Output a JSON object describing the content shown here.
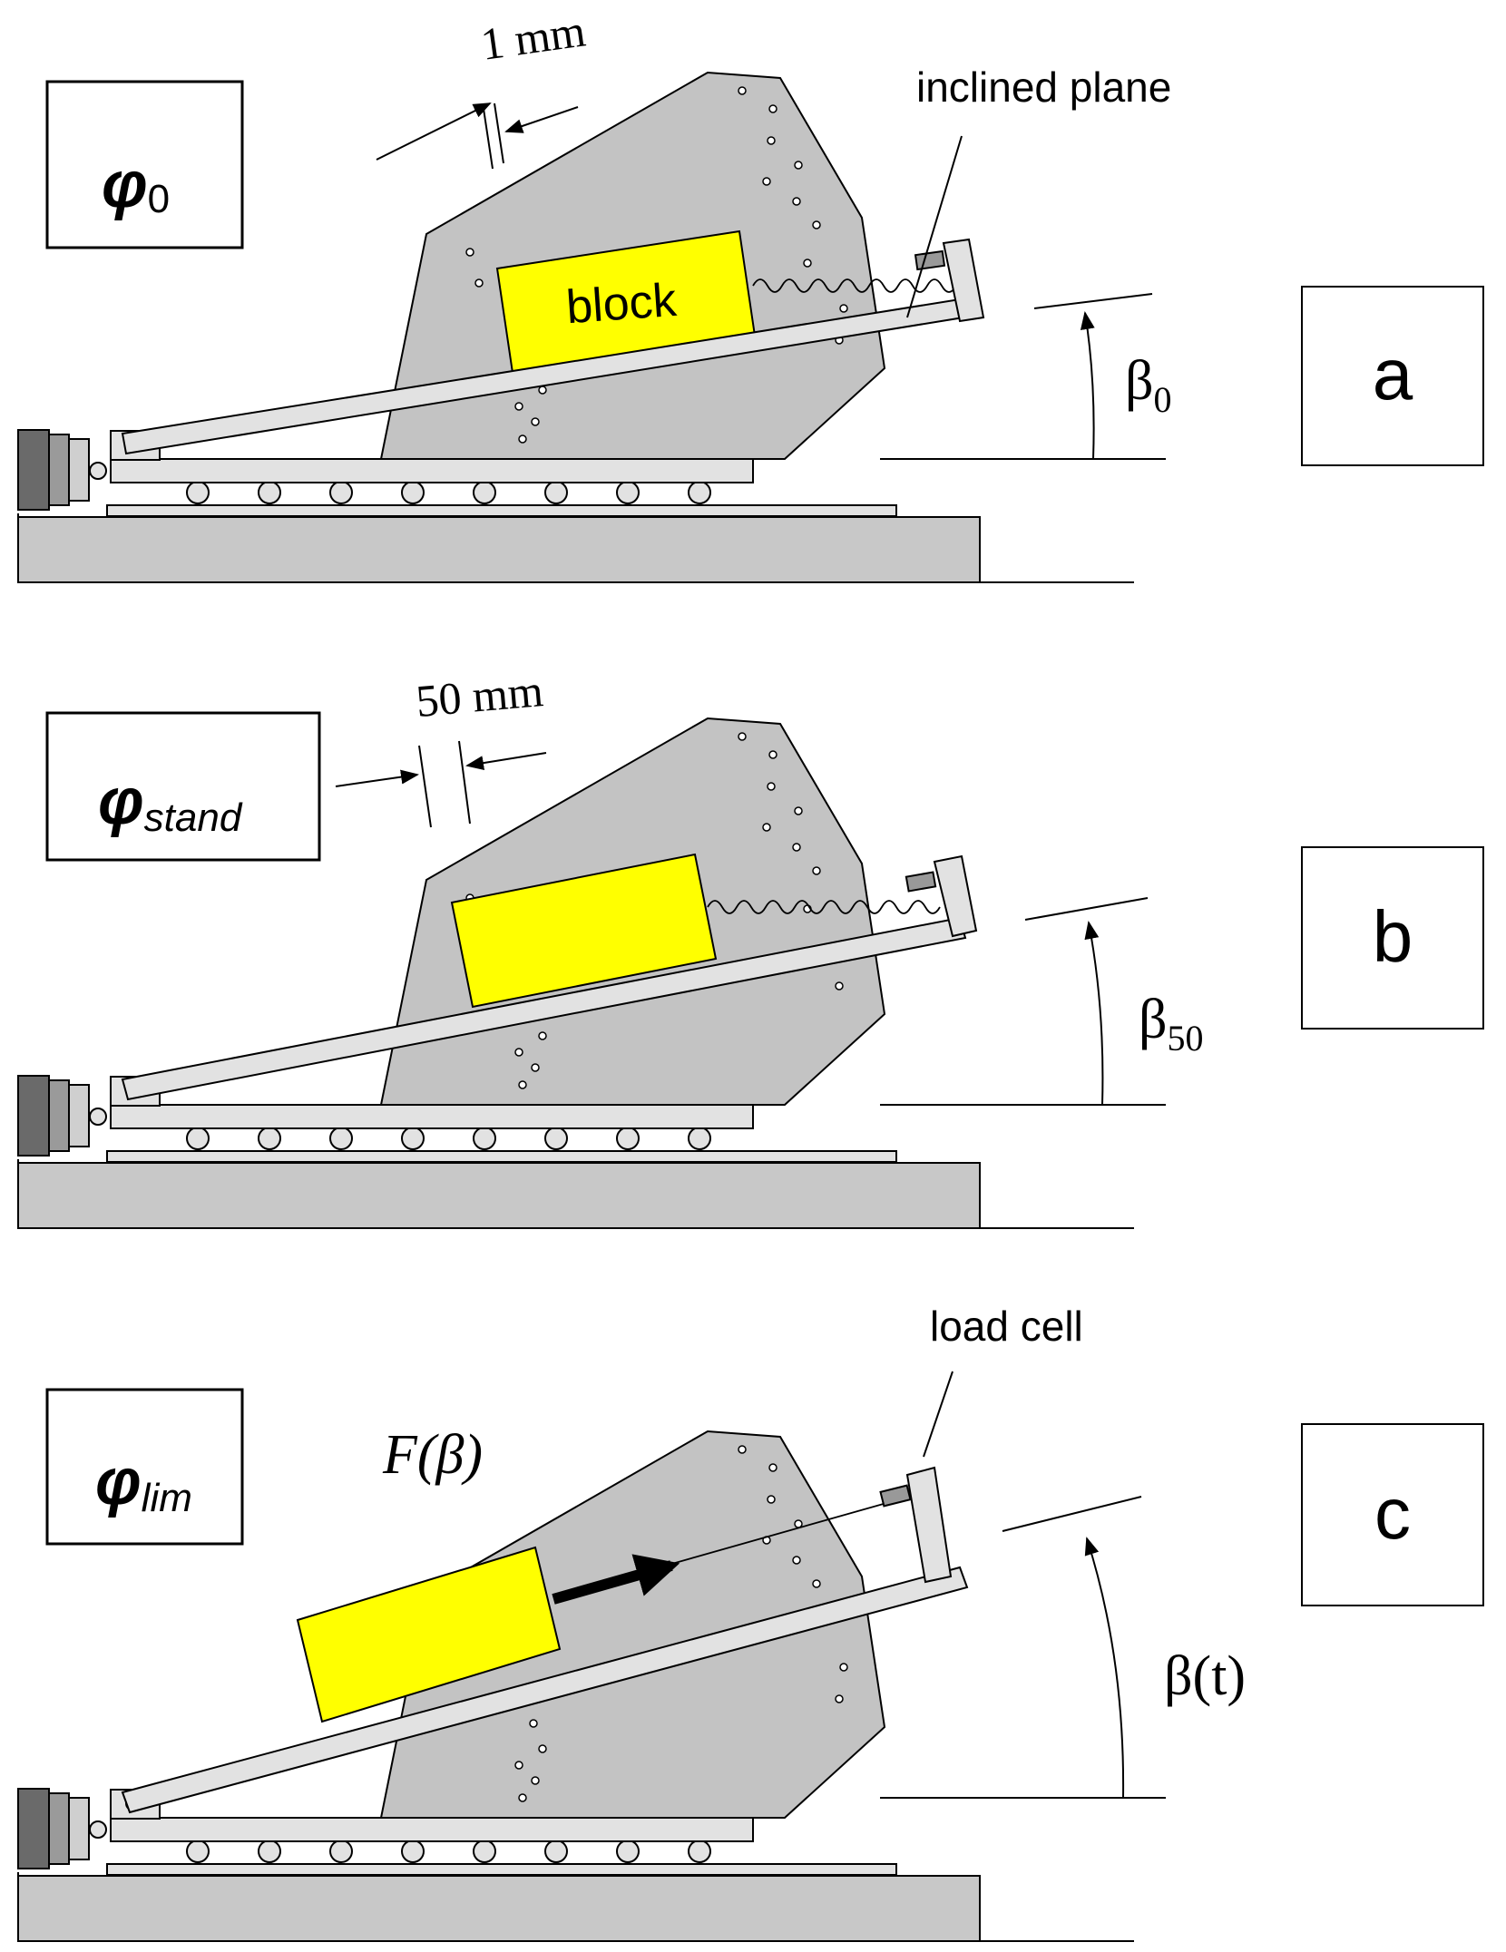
{
  "panels": [
    {
      "id": "a",
      "panel_label": "a",
      "phi_symbol": "φ",
      "phi_subscript": "0",
      "angle_symbol": "β",
      "angle_subscript": "0",
      "gap_label": "1 mm",
      "block_label": "block",
      "plane_label": "inclined plane"
    },
    {
      "id": "b",
      "panel_label": "b",
      "phi_symbol": "φ",
      "phi_subscript": "stand",
      "angle_symbol": "β",
      "angle_subscript": "50",
      "gap_label": "50 mm"
    },
    {
      "id": "c",
      "panel_label": "c",
      "phi_symbol": "φ",
      "phi_subscript": "lim",
      "angle_label": "β(t)",
      "force_label": "F(β)",
      "load_cell_label": "load cell"
    }
  ],
  "colors": {
    "background": "#ffffff",
    "base": "#c8c8c8",
    "rail": "#e2e2e2",
    "wall": "#c3c3c3",
    "block": "#ffff00",
    "stop_dark": "#6a6a6a",
    "stop_mid": "#9a9a9a",
    "stop_light": "#cfcfcf",
    "line": "#000000"
  }
}
